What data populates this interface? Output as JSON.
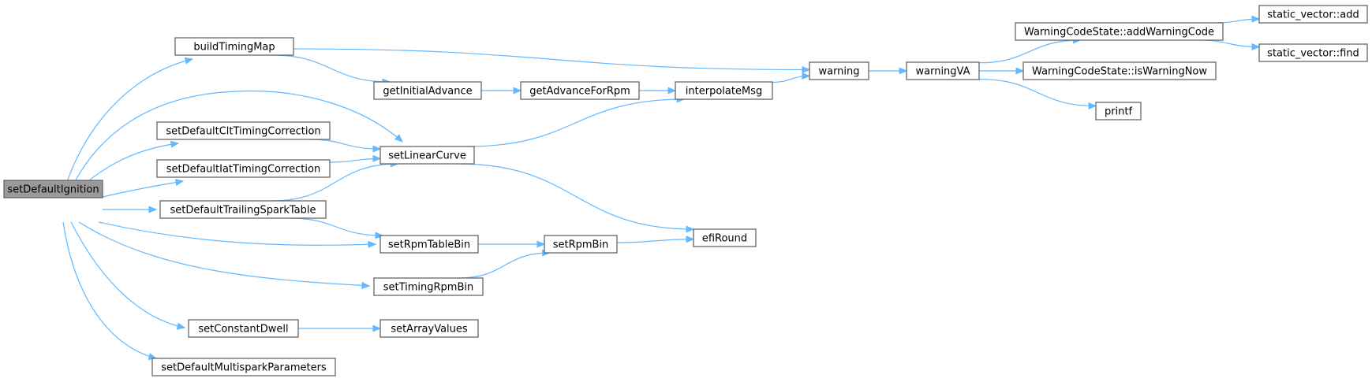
{
  "graph": {
    "colors": {
      "edge": "#63b8ff",
      "node_border": "#666666",
      "root_fill": "#999999",
      "node_fill": "#ffffff"
    },
    "nodes": [
      {
        "id": "setDefaultIgnition",
        "label": "setDefaultIgnition",
        "root": true
      },
      {
        "id": "buildTimingMap",
        "label": "buildTimingMap"
      },
      {
        "id": "setDefaultCltTimingCorrection",
        "label": "setDefaultCltTimingCorrection"
      },
      {
        "id": "setDefaultIatTimingCorrection",
        "label": "setDefaultIatTimingCorrection"
      },
      {
        "id": "setDefaultTrailingSparkTable",
        "label": "setDefaultTrailingSparkTable"
      },
      {
        "id": "setConstantDwell",
        "label": "setConstantDwell"
      },
      {
        "id": "setDefaultMultisparkParameters",
        "label": "setDefaultMultisparkParameters"
      },
      {
        "id": "getInitialAdvance",
        "label": "getInitialAdvance"
      },
      {
        "id": "setLinearCurve",
        "label": "setLinearCurve"
      },
      {
        "id": "setRpmTableBin",
        "label": "setRpmTableBin"
      },
      {
        "id": "setTimingRpmBin",
        "label": "setTimingRpmBin"
      },
      {
        "id": "setArrayValues",
        "label": "setArrayValues"
      },
      {
        "id": "getAdvanceForRpm",
        "label": "getAdvanceForRpm"
      },
      {
        "id": "setRpmBin",
        "label": "setRpmBin"
      },
      {
        "id": "interpolateMsg",
        "label": "interpolateMsg"
      },
      {
        "id": "efiRound",
        "label": "efiRound"
      },
      {
        "id": "warning",
        "label": "warning"
      },
      {
        "id": "warningVA",
        "label": "warningVA"
      },
      {
        "id": "addWarningCode",
        "label": "WarningCodeState::addWarningCode"
      },
      {
        "id": "isWarningNow",
        "label": "WarningCodeState::isWarningNow"
      },
      {
        "id": "printf",
        "label": "printf"
      },
      {
        "id": "static_vector_add",
        "label": "static_vector::add"
      },
      {
        "id": "static_vector_find",
        "label": "static_vector::find"
      }
    ],
    "edges": [
      {
        "from": "setDefaultIgnition",
        "to": "buildTimingMap"
      },
      {
        "from": "setDefaultIgnition",
        "to": "setLinearCurve"
      },
      {
        "from": "setDefaultIgnition",
        "to": "setDefaultCltTimingCorrection"
      },
      {
        "from": "setDefaultIgnition",
        "to": "setDefaultIatTimingCorrection"
      },
      {
        "from": "setDefaultIgnition",
        "to": "setDefaultTrailingSparkTable"
      },
      {
        "from": "setDefaultIgnition",
        "to": "setRpmTableBin"
      },
      {
        "from": "setDefaultIgnition",
        "to": "setTimingRpmBin"
      },
      {
        "from": "setDefaultIgnition",
        "to": "setConstantDwell"
      },
      {
        "from": "setDefaultIgnition",
        "to": "setDefaultMultisparkParameters"
      },
      {
        "from": "buildTimingMap",
        "to": "warning"
      },
      {
        "from": "buildTimingMap",
        "to": "getInitialAdvance"
      },
      {
        "from": "setDefaultCltTimingCorrection",
        "to": "setLinearCurve"
      },
      {
        "from": "setDefaultIatTimingCorrection",
        "to": "setLinearCurve"
      },
      {
        "from": "setDefaultTrailingSparkTable",
        "to": "setLinearCurve"
      },
      {
        "from": "setDefaultTrailingSparkTable",
        "to": "setRpmTableBin"
      },
      {
        "from": "getInitialAdvance",
        "to": "getAdvanceForRpm"
      },
      {
        "from": "getAdvanceForRpm",
        "to": "interpolateMsg"
      },
      {
        "from": "setLinearCurve",
        "to": "interpolateMsg"
      },
      {
        "from": "setLinearCurve",
        "to": "efiRound"
      },
      {
        "from": "setRpmTableBin",
        "to": "setRpmBin"
      },
      {
        "from": "setTimingRpmBin",
        "to": "setRpmBin"
      },
      {
        "from": "setRpmBin",
        "to": "efiRound"
      },
      {
        "from": "setConstantDwell",
        "to": "setArrayValues"
      },
      {
        "from": "interpolateMsg",
        "to": "warning"
      },
      {
        "from": "warning",
        "to": "warningVA"
      },
      {
        "from": "warningVA",
        "to": "addWarningCode"
      },
      {
        "from": "warningVA",
        "to": "isWarningNow"
      },
      {
        "from": "warningVA",
        "to": "printf"
      },
      {
        "from": "addWarningCode",
        "to": "static_vector_add"
      },
      {
        "from": "addWarningCode",
        "to": "static_vector_find"
      }
    ]
  }
}
